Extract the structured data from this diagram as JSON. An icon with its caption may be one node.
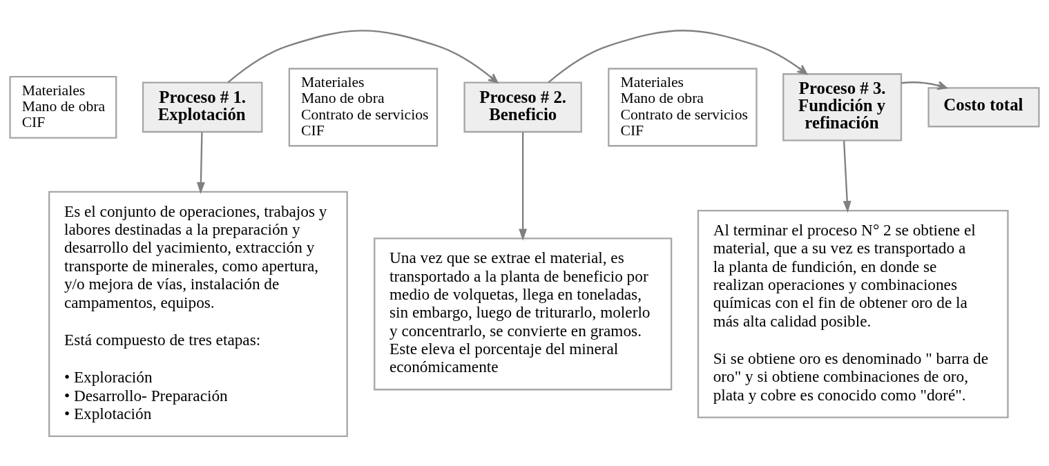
{
  "diagram": {
    "nodes": [
      {
        "text": [
          "Proceso # 1. Explotación"
        ]
      },
      {
        "text": [
          "Materiales",
          "Mano de obra",
          "CIF"
        ]
      },
      {
        "text": [
          "Es el conjunto de operaciones, trabajos y labores destinadas a la preparación y desarrollo del yacimiento, extracción y transporte de minerales, como apertura, y/o mejora de vías, instalación de campamentos, equipos.",
          "Está compuesto de tres etapas:",
          "• Exploración",
          "• Desarrollo- Preparación",
          "• Explotación"
        ]
      },
      {
        "text": [
          "Proceso # 2. Beneficio"
        ]
      },
      {
        "text": [
          "Materiales",
          "Mano de obra",
          "Contrato de servicios",
          "CIF"
        ]
      },
      {
        "text": [
          "Una vez que se extrae el material, es transportado a la planta de beneficio por medio de volquetas, llega en toneladas, sin embargo, luego de triturarlo, molerlo y concentrarlo, se convierte en gramos. Este eleva el porcentaje del mineral económicamente"
        ]
      },
      {
        "text": [
          "Proceso # 3. Fundición y refinación"
        ]
      },
      {
        "text": [
          "Materiales",
          "Mano de obra",
          "Contrato de servicios",
          "CIF"
        ]
      },
      {
        "text": [
          "Al terminar el proceso N° 2 se obtiene el material, que a su vez es transportado a la planta de fundición, en donde se realizan operaciones y combinaciones químicas con el fin de obtener oro de la más alta calidad posible.",
          "Si se obtiene oro es denominado \" barra de oro\" y si obtiene combinaciones de oro, plata y cobre es conocido como \"doré\"."
        ]
      },
      {
        "text": [
          "Costo total"
        ]
      }
    ],
    "edges": [
      {
        "from": 0,
        "to": 3,
        "arrow": "to"
      },
      {
        "from": 3,
        "to": 6,
        "arrow": "to"
      },
      {
        "from": 6,
        "to": 9,
        "arrow": "to"
      },
      {
        "from": 0,
        "to": 2,
        "arrow": "to"
      },
      {
        "from": 3,
        "to": 5,
        "arrow": "to"
      },
      {
        "from": 6,
        "to": 8,
        "arrow": "to"
      }
    ]
  }
}
